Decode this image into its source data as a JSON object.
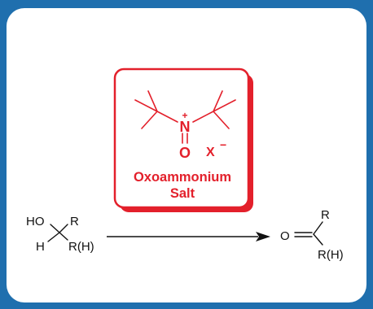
{
  "colors": {
    "background": "#1f6fae",
    "card": "#ffffff",
    "accent": "#e3202b",
    "ink": "#111111"
  },
  "reagent": {
    "n_label": "N",
    "n_charge": "+",
    "o_label": "O",
    "counterion": "X",
    "counterion_charge": "−",
    "name_line1": "Oxoammonium",
    "name_line2": "Salt"
  },
  "reactant": {
    "ho": "HO",
    "r": "R",
    "h": "H",
    "rh": "R(H)"
  },
  "product": {
    "o": "O",
    "r": "R",
    "rh": "R(H)"
  }
}
